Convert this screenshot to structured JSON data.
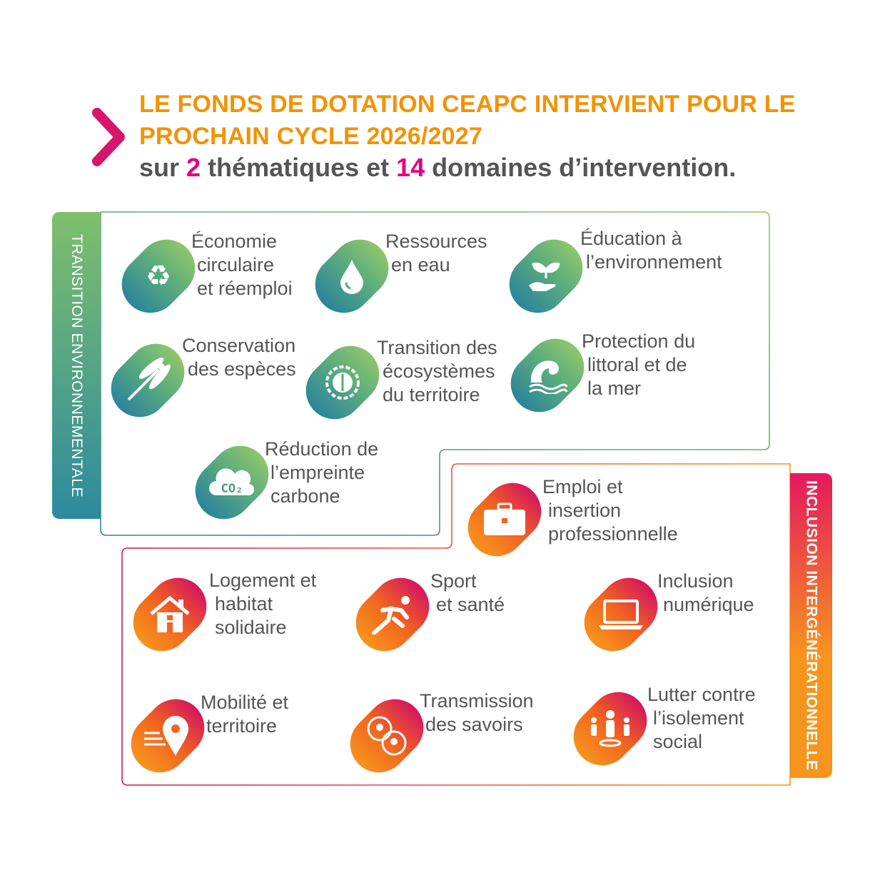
{
  "header": {
    "title_lines": [
      "LE FONDS DE DOTATION CEAPC INTERVIENT POUR LE",
      "PROCHAIN CYCLE 2026/2027"
    ],
    "subtitle": {
      "pre": "sur ",
      "n1": "2",
      "mid": " thématiques et ",
      "n2": "14",
      "post": " domaines d’intervention."
    }
  },
  "colors": {
    "orange": "#f39200",
    "magenta": "#e6007e",
    "green": "#8fc66c",
    "teal": "#2a849c",
    "text": "#555555"
  },
  "themes": {
    "environment": {
      "label": "TRANSITION ENVIRONNEMENTALE",
      "items": [
        {
          "lines": [
            "Économie",
            "circulaire",
            "et réemploi"
          ],
          "icon": "recycle-icon"
        },
        {
          "lines": [
            "Ressources",
            "en eau"
          ],
          "icon": "water-drop-icon"
        },
        {
          "lines": [
            "Éducation à",
            "l’environnement"
          ],
          "icon": "plant-in-hand-icon"
        },
        {
          "lines": [
            "Conservation",
            "des espèces"
          ],
          "icon": "dragonfly-icon"
        },
        {
          "lines": [
            "Transition des",
            "écosystèmes",
            "du territoire"
          ],
          "icon": "ecosystem-icon"
        },
        {
          "lines": [
            "Protection du",
            "littoral et de",
            "la mer"
          ],
          "icon": "wave-icon"
        },
        {
          "lines": [
            "Réduction de",
            "l’empreinte",
            "carbone"
          ],
          "icon": "co2-cloud-icon",
          "icon_text": "CO₂"
        }
      ]
    },
    "inclusion": {
      "label": "INCLUSION INTERGÉNÉRATIONNELLE",
      "items": [
        {
          "lines": [
            "Emploi et",
            "insertion",
            "professionnelle"
          ],
          "icon": "briefcase-icon"
        },
        {
          "lines": [
            "Logement et",
            "habitat",
            "solidaire"
          ],
          "icon": "house-icon"
        },
        {
          "lines": [
            "Sport",
            "et santé"
          ],
          "icon": "runner-icon"
        },
        {
          "lines": [
            "Inclusion",
            "numérique"
          ],
          "icon": "laptop-icon"
        },
        {
          "lines": [
            "Mobilité et",
            "territoire"
          ],
          "icon": "location-pin-icon"
        },
        {
          "lines": [
            "Transmission",
            "des savoirs"
          ],
          "icon": "idea-exchange-icon"
        },
        {
          "lines": [
            "Lutter contre",
            "l’isolement",
            "social"
          ],
          "icon": "people-icon"
        }
      ]
    }
  }
}
